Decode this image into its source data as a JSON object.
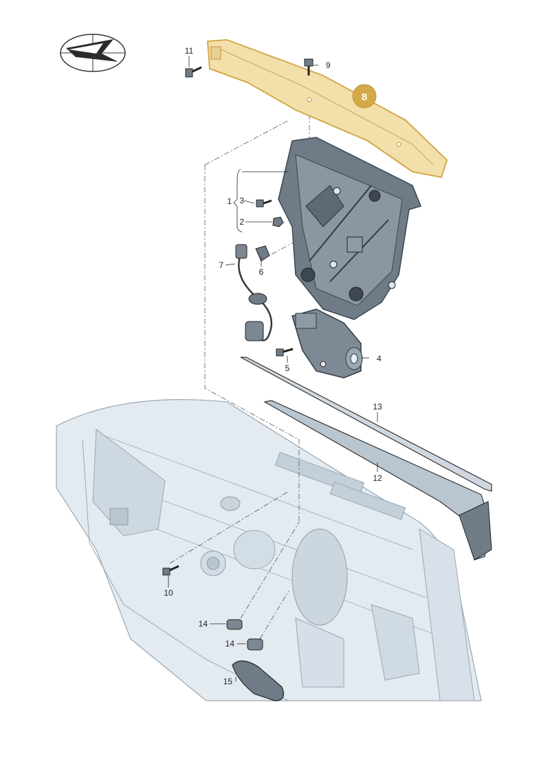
{
  "diagram": {
    "highlight_color": "#d4a94a",
    "highlight_fill": "#f3dfaa",
    "part_color": "#6f7c88",
    "body_color": "#dfe7ee",
    "line_color": "#333333",
    "logo_icon": "compass-arrow-icon",
    "badge": "8",
    "labels": {
      "l1": "1",
      "l2": "2",
      "l3": "3",
      "l4": "4",
      "l5": "5",
      "l6": "6",
      "l7": "7",
      "l9": "9",
      "l10": "10",
      "l11": "11",
      "l12": "12",
      "l13": "13",
      "l14a": "14",
      "l14b": "14",
      "l15": "15"
    }
  }
}
